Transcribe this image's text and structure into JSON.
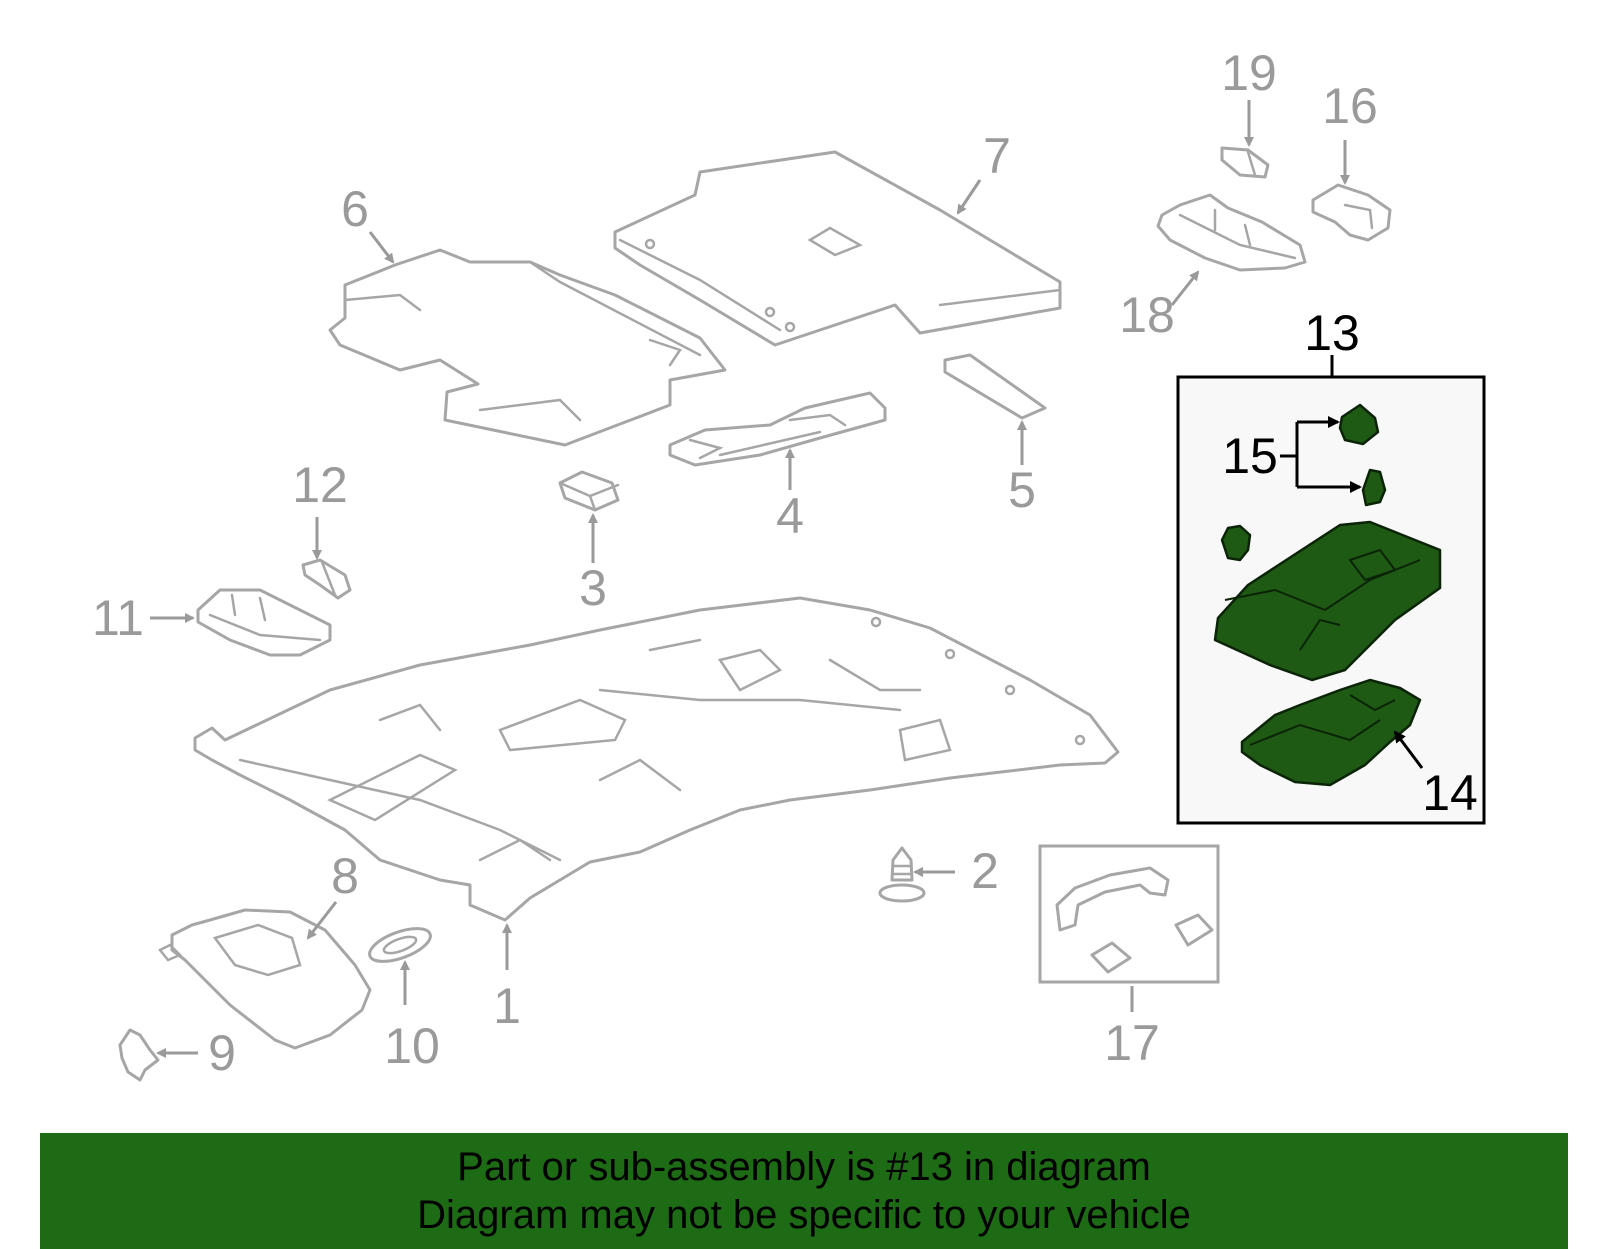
{
  "callouts": {
    "c1": "1",
    "c2": "2",
    "c3": "3",
    "c4": "4",
    "c5": "5",
    "c6": "6",
    "c7": "7",
    "c8": "8",
    "c9": "9",
    "c10": "10",
    "c11": "11",
    "c12": "12",
    "c13": "13",
    "c14": "14",
    "c15": "15",
    "c16": "16",
    "c17": "17",
    "c18": "18",
    "c19": "19"
  },
  "banner": {
    "line1": "Part or sub-assembly is #13 in diagram",
    "line2": "Diagram may not be specific to your vehicle"
  },
  "colors": {
    "highlight_part": "#1e5a14",
    "banner_bg": "#1e6b16",
    "line_gray": "#a6a6a6"
  }
}
